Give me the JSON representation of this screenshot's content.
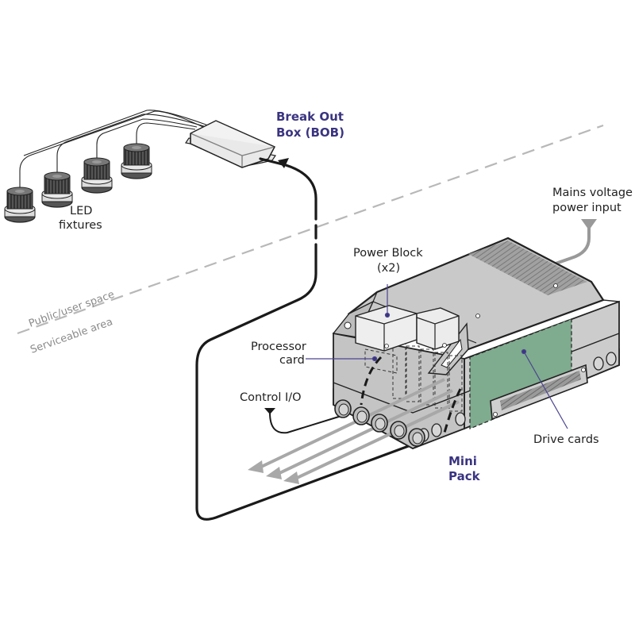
{
  "diagram": {
    "title": "Mini Pack system overview",
    "colors": {
      "accent_label": "#3a3480",
      "leader_line": "#4a4590",
      "cable_black": "#1a1a1a",
      "cable_grey": "#a8a8a8",
      "divider": "#b8b8b8",
      "chassis": "#cfcfcf",
      "chassis_dark": "#b8b8b8",
      "drive_card": "#7fab8e",
      "power_block": "#eeeeee"
    },
    "labels": {
      "bob_line1": "Break Out",
      "bob_line2": "Box (BOB)",
      "led_line1": "LED",
      "led_line2": "fixtures",
      "mains_line1": "Mains voltage",
      "mains_line2": "power input",
      "power_block_line1": "Power Block",
      "power_block_line2": "(x2)",
      "processor_line1": "Processor",
      "processor_line2": "card",
      "control_io": "Control I/O",
      "drive_cards": "Drive cards",
      "mini_line1": "Mini",
      "mini_line2": "Pack"
    },
    "zones": {
      "upper": "Public/user space",
      "lower": "Serviceable area"
    },
    "led_fixture_count": 4,
    "power_block_count": 2,
    "cable_gland_count": 5,
    "output_arrow_count": 3
  }
}
